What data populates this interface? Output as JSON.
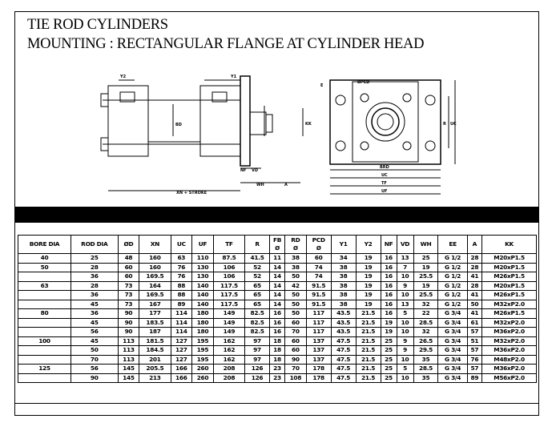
{
  "title_line1": "TIE ROD CYLINDERS",
  "title_line2": "MOUNTING : RECTANGULAR FLANGE AT CYLINDER HEAD",
  "drawing_labels": {
    "y2": "Y2",
    "y1": "Y1",
    "bd": "BD",
    "kk": "KK",
    "nf": "NF",
    "vd": "VD",
    "wh": "WH",
    "a": "A",
    "stroke": "XN + STROKE",
    "e": "E",
    "bpcd": "BPCD",
    "r": "R",
    "uc": "UC",
    "brd": "BRD",
    "tf": "TF",
    "uf": "UF"
  },
  "table": {
    "headers": [
      {
        "label": "BORE DIA",
        "sym": ""
      },
      {
        "label": "ROD DIA",
        "sym": ""
      },
      {
        "label": "ØD",
        "sym": ""
      },
      {
        "label": "XN",
        "sym": ""
      },
      {
        "label": "UC",
        "sym": ""
      },
      {
        "label": "UF",
        "sym": ""
      },
      {
        "label": "TF",
        "sym": ""
      },
      {
        "label": "R",
        "sym": ""
      },
      {
        "label": "FB",
        "sym": "Ø"
      },
      {
        "label": "RD",
        "sym": "Ø"
      },
      {
        "label": "PCD",
        "sym": "Ø"
      },
      {
        "label": "Y1",
        "sym": ""
      },
      {
        "label": "Y2",
        "sym": ""
      },
      {
        "label": "NF",
        "sym": ""
      },
      {
        "label": "VD",
        "sym": ""
      },
      {
        "label": "WH",
        "sym": ""
      },
      {
        "label": "EE",
        "sym": ""
      },
      {
        "label": "A",
        "sym": ""
      },
      {
        "label": "KK",
        "sym": ""
      }
    ],
    "rows": [
      [
        "40",
        "25",
        "48",
        "160",
        "63",
        "110",
        "87.5",
        "41.5",
        "11",
        "38",
        "60",
        "34",
        "19",
        "16",
        "13",
        "25",
        "G 1/2",
        "28",
        "M20xP1.5"
      ],
      [
        "50",
        "28",
        "60",
        "160",
        "76",
        "130",
        "106",
        "52",
        "14",
        "38",
        "74",
        "38",
        "19",
        "16",
        "7",
        "19",
        "G 1/2",
        "28",
        "M20xP1.5"
      ],
      [
        "",
        "36",
        "60",
        "169.5",
        "76",
        "130",
        "106",
        "52",
        "14",
        "50",
        "74",
        "38",
        "19",
        "16",
        "10",
        "25.5",
        "G 1/2",
        "41",
        "M26xP1.5"
      ],
      [
        "63",
        "28",
        "73",
        "164",
        "88",
        "140",
        "117.5",
        "65",
        "14",
        "42",
        "91.5",
        "38",
        "19",
        "16",
        "9",
        "19",
        "G 1/2",
        "28",
        "M20xP1.5"
      ],
      [
        "",
        "36",
        "73",
        "169.5",
        "88",
        "140",
        "117.5",
        "65",
        "14",
        "50",
        "91.5",
        "38",
        "19",
        "16",
        "10",
        "25.5",
        "G 1/2",
        "41",
        "M26xP1.5"
      ],
      [
        "",
        "45",
        "73",
        "167",
        "89",
        "140",
        "117.5",
        "65",
        "14",
        "50",
        "91.5",
        "38",
        "19",
        "16",
        "13",
        "32",
        "G 1/2",
        "50",
        "M32xP2.0"
      ],
      [
        "80",
        "36",
        "90",
        "177",
        "114",
        "180",
        "149",
        "82.5",
        "16",
        "50",
        "117",
        "43.5",
        "21.5",
        "16",
        "5",
        "22",
        "G 3/4",
        "41",
        "M26xP1.5"
      ],
      [
        "",
        "45",
        "90",
        "183.5",
        "114",
        "180",
        "149",
        "82.5",
        "16",
        "60",
        "117",
        "43.5",
        "21.5",
        "19",
        "10",
        "28.5",
        "G 3/4",
        "61",
        "M32xP2.0"
      ],
      [
        "",
        "56",
        "90",
        "187",
        "114",
        "180",
        "149",
        "82.5",
        "16",
        "70",
        "117",
        "43.5",
        "21.5",
        "19",
        "10",
        "32",
        "G 3/4",
        "57",
        "M36xP2.0"
      ],
      [
        "100",
        "45",
        "113",
        "181.5",
        "127",
        "195",
        "162",
        "97",
        "18",
        "60",
        "137",
        "47.5",
        "21.5",
        "25",
        "9",
        "26.5",
        "G 3/4",
        "51",
        "M32xP2.0"
      ],
      [
        "",
        "50",
        "113",
        "184.5",
        "127",
        "195",
        "162",
        "97",
        "18",
        "60",
        "137",
        "47.5",
        "21.5",
        "25",
        "9",
        "29.5",
        "G 3/4",
        "57",
        "M36xP2.0"
      ],
      [
        "",
        "70",
        "113",
        "201",
        "127",
        "195",
        "162",
        "97",
        "18",
        "90",
        "137",
        "47.5",
        "21.5",
        "25",
        "10",
        "35",
        "G 3/4",
        "76",
        "M48xP2.0"
      ],
      [
        "125",
        "56",
        "145",
        "205.5",
        "166",
        "260",
        "208",
        "126",
        "23",
        "70",
        "178",
        "47.5",
        "21.5",
        "25",
        "5",
        "28.5",
        "G 3/4",
        "57",
        "M36xP2.0"
      ],
      [
        "",
        "90",
        "145",
        "213",
        "166",
        "260",
        "208",
        "126",
        "23",
        "108",
        "178",
        "47.5",
        "21.5",
        "25",
        "10",
        "35",
        "G 3/4",
        "89",
        "M56xP2.0"
      ]
    ]
  }
}
